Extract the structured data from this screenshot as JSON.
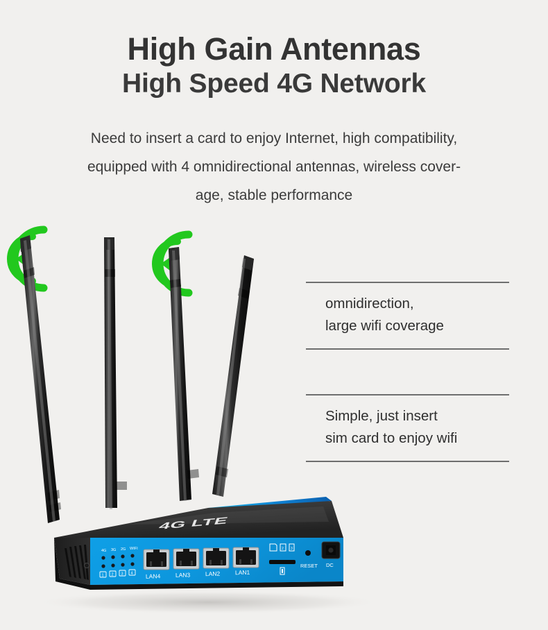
{
  "background_color": "#f1f0ee",
  "heading": {
    "line1": "High Gain Antennas",
    "line2": "High Speed 4G Network"
  },
  "description": {
    "line1": "Need to insert a card to enjoy Internet, high compatibility,",
    "line2": "equipped with 4 omnidirectional antennas, wireless cover-",
    "line3": "age, stable performance"
  },
  "callouts": [
    {
      "id": "coverage",
      "line1": "omnidirection,",
      "line2": "large wifi coverage"
    },
    {
      "id": "simcard",
      "line1": "Simple, just insert",
      "line2": "sim card to enjoy wifi"
    }
  ],
  "product": {
    "brand_mark": "4G LTE",
    "panel_color": "#0d9ae0",
    "chassis_color": "#2b2b2b",
    "wifi_wave_color": "#22c81e",
    "antenna_count": 4,
    "ports": {
      "lan_labels": [
        "LAN4",
        "LAN3",
        "LAN2",
        "LAN1"
      ],
      "reset_label": "RESET",
      "power_label": "DC"
    },
    "indicators": {
      "top_labels": [
        "4G",
        "3G",
        "2G",
        "WIFI"
      ],
      "bottom_labels": [
        "1",
        "2",
        "3",
        "4"
      ]
    }
  }
}
